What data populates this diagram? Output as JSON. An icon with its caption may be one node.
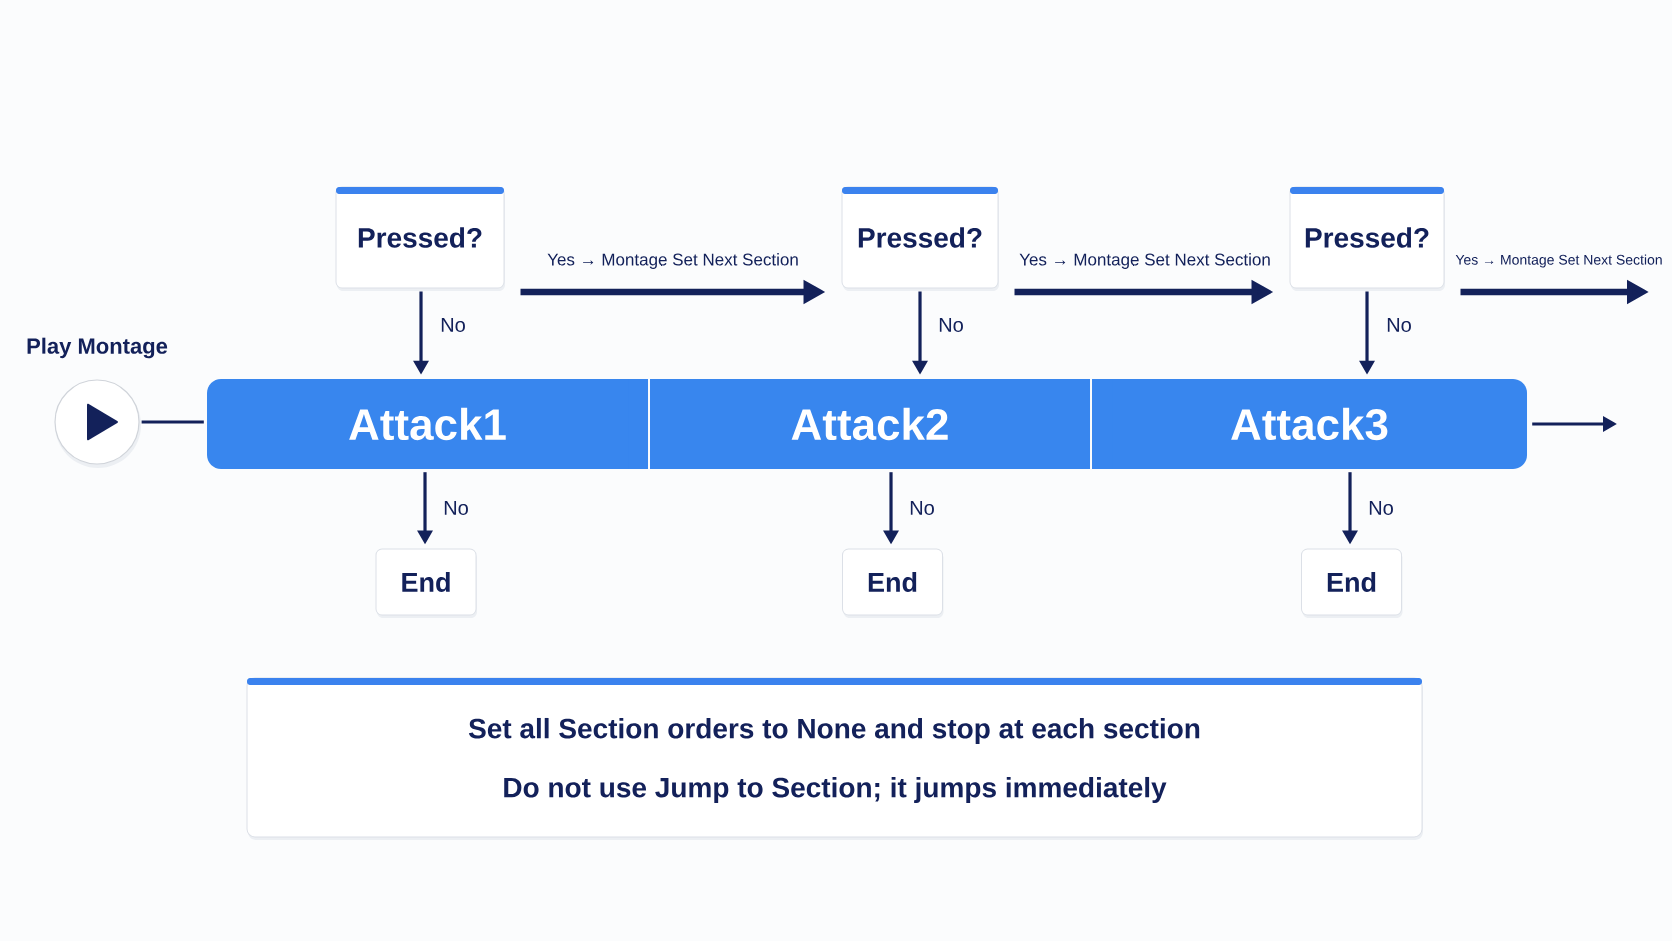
{
  "diagram": {
    "nodes": [
      {
        "text": [],
        "shape": "circle",
        "beside": [
          "Play Montage"
        ]
      },
      {
        "text": [
          "Pressed?"
        ]
      },
      {
        "text": [
          "Pressed?"
        ]
      },
      {
        "text": [
          "Pressed?"
        ]
      },
      {
        "text": [
          "Attack1"
        ]
      },
      {
        "text": [
          "Attack2"
        ]
      },
      {
        "text": [
          "Attack3"
        ]
      },
      {
        "text": [
          "End"
        ]
      },
      {
        "text": [
          "End"
        ]
      },
      {
        "text": [
          "End"
        ]
      },
      {
        "text": [
          "Set all Section orders to None and stop at each section",
          "Do not use Jump to Section; it jumps immediately"
        ]
      }
    ],
    "edges": [
      {
        "from": 0,
        "to": 4,
        "arrow": "none"
      },
      {
        "from": 1,
        "to": 4,
        "arrow": "to",
        "label": "No"
      },
      {
        "from": 1,
        "to": 2,
        "arrow": "to",
        "label": "Yes → Montage Set Next Section",
        "style": "thick"
      },
      {
        "from": 2,
        "to": 5,
        "arrow": "to",
        "label": "No"
      },
      {
        "from": 2,
        "to": 3,
        "arrow": "to",
        "label": "Yes → Montage Set Next Section",
        "style": "thick"
      },
      {
        "from": 3,
        "to": 6,
        "arrow": "to",
        "label": "No"
      },
      {
        "from": 3,
        "to": null,
        "arrow": "to",
        "label": "Yes → Montage Set Next Section",
        "style": "thick"
      },
      {
        "from": 4,
        "to": 7,
        "arrow": "to",
        "label": "No"
      },
      {
        "from": 5,
        "to": 8,
        "arrow": "to",
        "label": "No"
      },
      {
        "from": 6,
        "to": 9,
        "arrow": "to",
        "label": "No"
      },
      {
        "from": 6,
        "to": null,
        "arrow": "to"
      }
    ]
  }
}
